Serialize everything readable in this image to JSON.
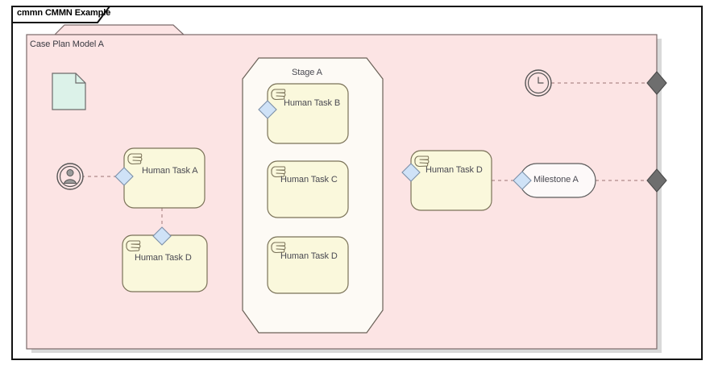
{
  "frame": {
    "tab_label": "cmmn CMMN Example"
  },
  "case_plan": {
    "label": "Case Plan Model A",
    "fill": "#FCE4E4",
    "stroke": "#7a6a6a"
  },
  "stage": {
    "label": "Stage A",
    "fill": "#FDFAF5",
    "stroke": "#6b6258"
  },
  "tasks": [
    {
      "id": "task-a",
      "label": "Human Task A"
    },
    {
      "id": "task-b",
      "label": "Human Task B"
    },
    {
      "id": "task-c",
      "label": "Human Task C"
    },
    {
      "id": "task-d1",
      "label": "Human Task D"
    },
    {
      "id": "task-d2",
      "label": "Human Task D"
    },
    {
      "id": "task-d3",
      "label": "Human Task D"
    }
  ],
  "milestone": {
    "label": "Milestone A",
    "fill": "#FDF9F9"
  },
  "listeners": {
    "user_event": "user-event-listener-icon",
    "timer_event": "timer-event-listener-icon"
  },
  "case_file_item": {
    "icon": "case-file-item-icon",
    "fill": "#DCF2E9"
  },
  "colors": {
    "task_fill": "#FAF8DC",
    "task_stroke": "#7a7258",
    "entry_sentry_fill": "#CFE2F7",
    "entry_sentry_stroke": "#7b8fa8",
    "exit_sentry_fill": "#6E6E6E",
    "exit_sentry_stroke": "#4a4a4a",
    "connector": "#b08a8a",
    "frame_border": "#111111"
  }
}
